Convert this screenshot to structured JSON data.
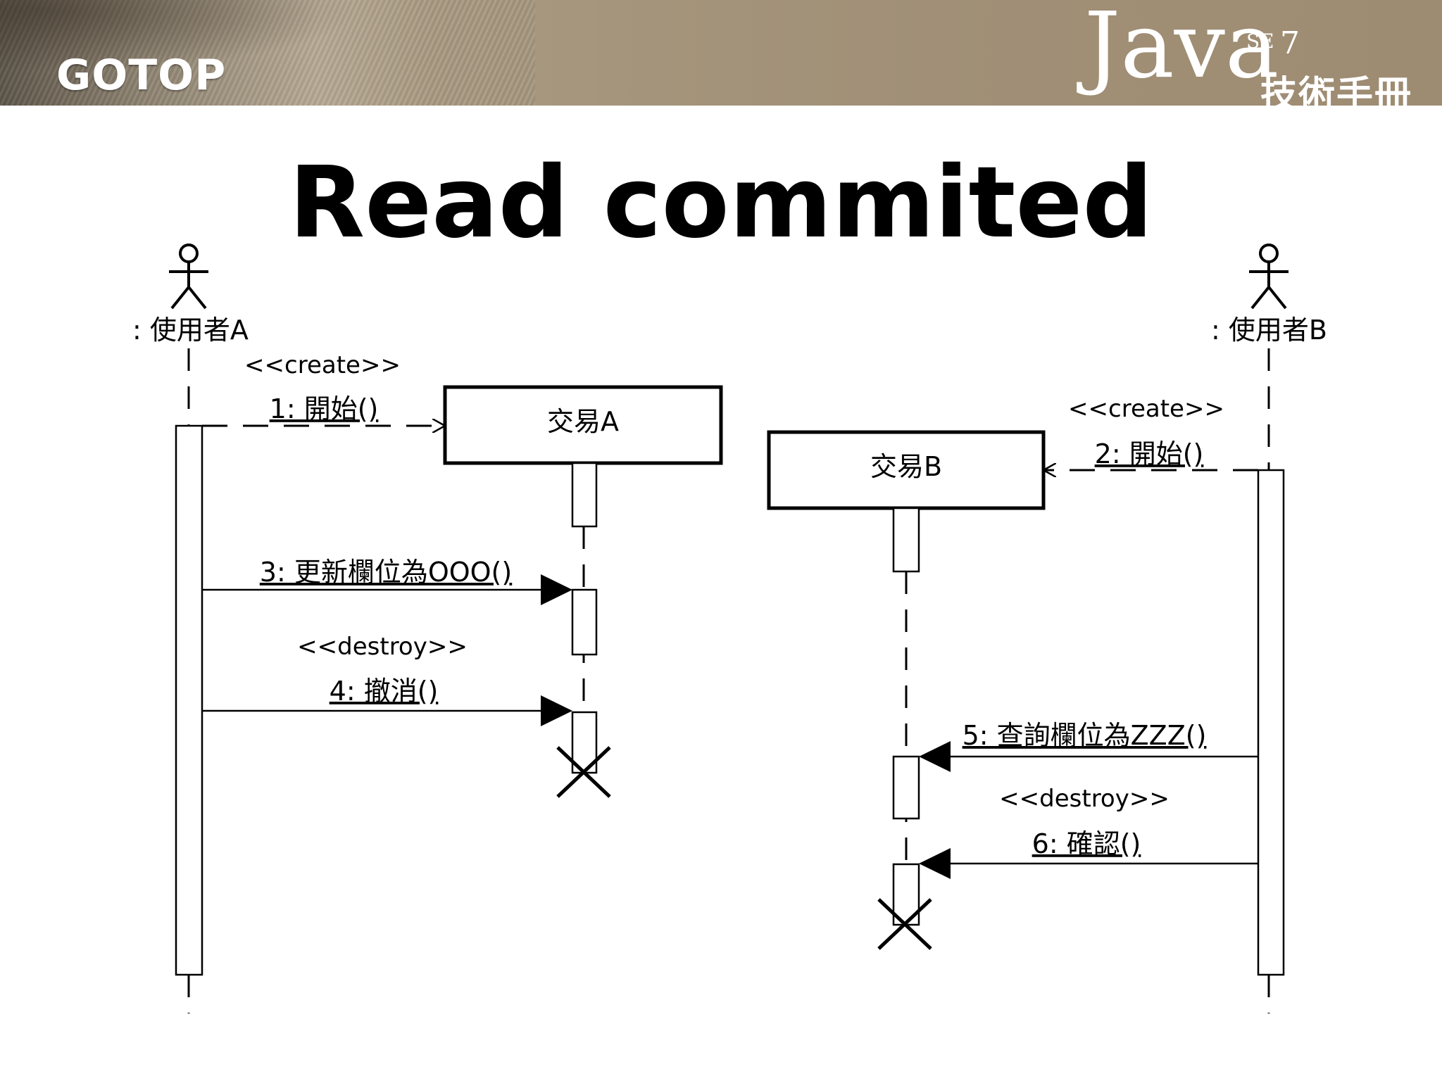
{
  "header": {
    "logo": "GOTOP",
    "brand": "Java",
    "brand_se": "SE",
    "brand_version": "7",
    "brand_subtitle": "技術手冊"
  },
  "title": "Read commited",
  "actors": {
    "a": ": 使用者A",
    "b": ": 使用者B"
  },
  "objects": {
    "txA": "交易A",
    "txB": "交易B"
  },
  "stereotypes": {
    "create_a": "<<create>>",
    "create_b": "<<create>>",
    "destroy_a": "<<destroy>>",
    "destroy_b": "<<destroy>>"
  },
  "messages": {
    "m1": "1: 開始()",
    "m2": "2: 開始()",
    "m3": "3: 更新欄位為OOO()",
    "m4": "4: 撤消()",
    "m5": "5: 查詢欄位為ZZZ()",
    "m6": "6: 確認()"
  }
}
